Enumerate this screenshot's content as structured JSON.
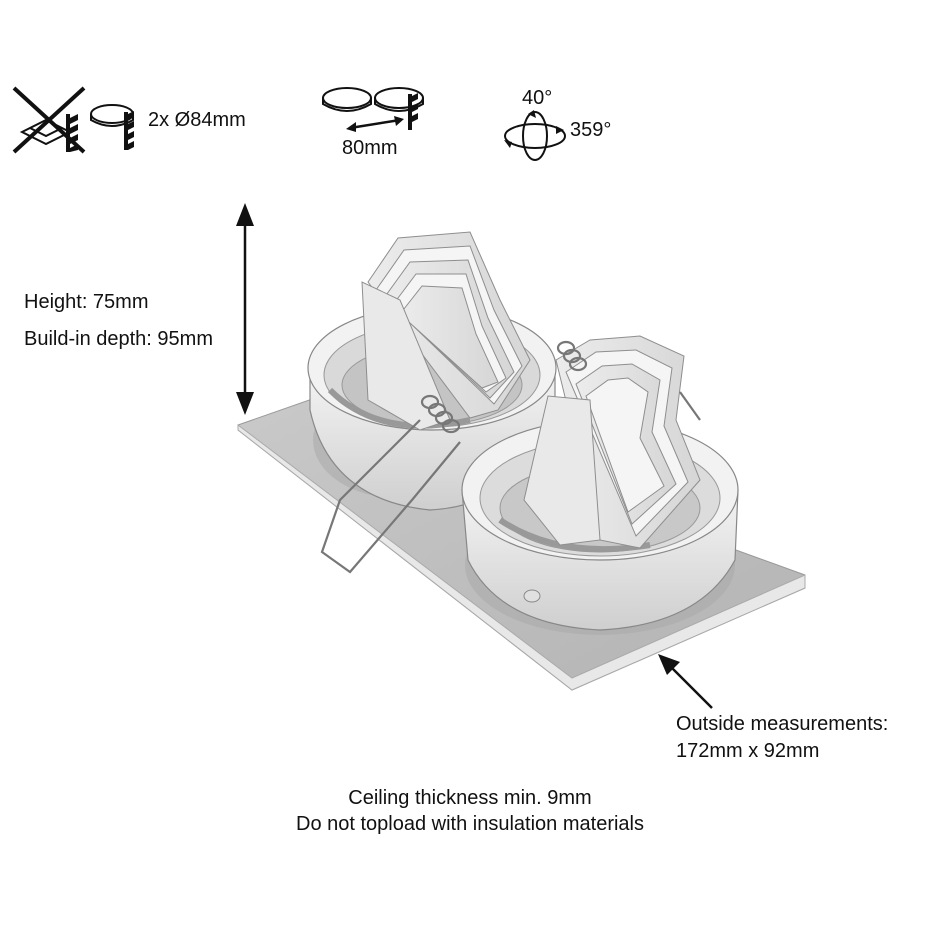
{
  "icons": {
    "no_insulation": "no-insulation-icon",
    "cutout": "cutout-icon",
    "spacing": "spacing-icon",
    "rotation": "rotation-tilt-icon"
  },
  "specs": {
    "cutout_label": "2x Ø84mm",
    "spacing_label": "80mm",
    "tilt_label": "40°",
    "rotation_label": "359°",
    "height_label": "Height: 75mm",
    "depth_label": "Build-in depth: 95mm",
    "outside_line1": "Outside measurements:",
    "outside_line2": "172mm x 92mm",
    "ceiling_line": "Ceiling thickness min. 9mm",
    "insulation_line": "Do not topload with insulation materials"
  }
}
